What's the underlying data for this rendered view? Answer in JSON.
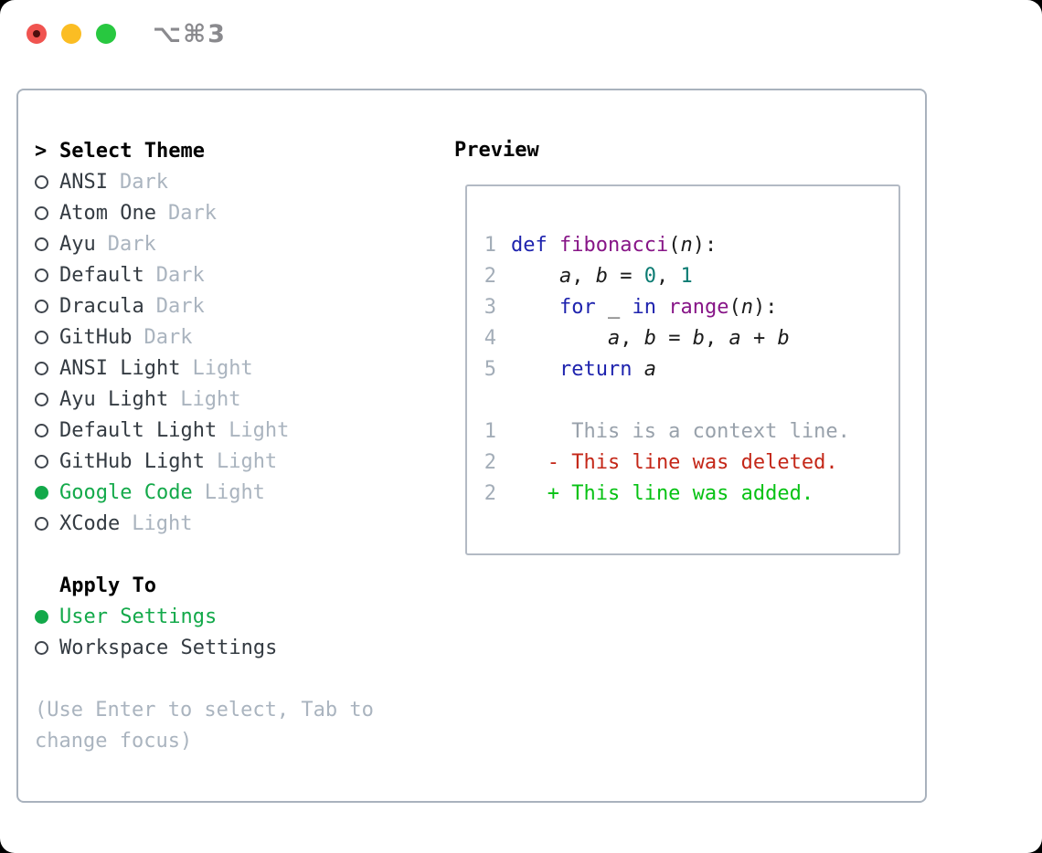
{
  "window": {
    "title": "⌥⌘3",
    "traffic_lights": [
      "close",
      "minimize",
      "zoom"
    ]
  },
  "selector": {
    "prompt": ">",
    "title": "Select Theme",
    "themes": [
      {
        "name": "ANSI",
        "variant": "Dark",
        "selected": false
      },
      {
        "name": "Atom One",
        "variant": "Dark",
        "selected": false
      },
      {
        "name": "Ayu",
        "variant": "Dark",
        "selected": false
      },
      {
        "name": "Default",
        "variant": "Dark",
        "selected": false
      },
      {
        "name": "Dracula",
        "variant": "Dark",
        "selected": false
      },
      {
        "name": "GitHub",
        "variant": "Dark",
        "selected": false
      },
      {
        "name": "ANSI Light",
        "variant": "Light",
        "selected": false
      },
      {
        "name": "Ayu Light",
        "variant": "Light",
        "selected": false
      },
      {
        "name": "Default Light",
        "variant": "Light",
        "selected": false
      },
      {
        "name": "GitHub Light",
        "variant": "Light",
        "selected": false
      },
      {
        "name": "Google Code",
        "variant": "Light",
        "selected": true
      },
      {
        "name": "XCode",
        "variant": "Light",
        "selected": false
      }
    ],
    "apply_to": {
      "title": "Apply To",
      "options": [
        {
          "name": "User Settings",
          "selected": true
        },
        {
          "name": "Workspace Settings",
          "selected": false
        }
      ]
    },
    "hint_lines": [
      "(Use Enter to select, Tab to",
      "change focus)"
    ]
  },
  "preview": {
    "title": "Preview",
    "code_lines": [
      {
        "num": "1",
        "tokens": [
          [
            "def",
            "kw"
          ],
          [
            " ",
            "pl"
          ],
          [
            "fibonacci",
            "fn"
          ],
          [
            "(",
            "pl"
          ],
          [
            "n",
            "var"
          ],
          [
            "):",
            "pl"
          ]
        ]
      },
      {
        "num": "2",
        "tokens": [
          [
            "    ",
            "pl"
          ],
          [
            "a",
            "var"
          ],
          [
            ", ",
            "pl"
          ],
          [
            "b",
            "var"
          ],
          [
            " = ",
            "pl"
          ],
          [
            "0",
            "lit"
          ],
          [
            ", ",
            "pl"
          ],
          [
            "1",
            "lit"
          ]
        ]
      },
      {
        "num": "3",
        "tokens": [
          [
            "    ",
            "pl"
          ],
          [
            "for",
            "kw"
          ],
          [
            " ",
            "pl"
          ],
          [
            "_",
            "var"
          ],
          [
            " ",
            "pl"
          ],
          [
            "in",
            "kw"
          ],
          [
            " ",
            "pl"
          ],
          [
            "range",
            "fn"
          ],
          [
            "(",
            "pl"
          ],
          [
            "n",
            "var"
          ],
          [
            "):",
            "pl"
          ]
        ]
      },
      {
        "num": "4",
        "tokens": [
          [
            "        ",
            "pl"
          ],
          [
            "a",
            "var"
          ],
          [
            ", ",
            "pl"
          ],
          [
            "b",
            "var"
          ],
          [
            " = ",
            "pl"
          ],
          [
            "b",
            "var"
          ],
          [
            ", ",
            "pl"
          ],
          [
            "a",
            "var"
          ],
          [
            " + ",
            "pl"
          ],
          [
            "b",
            "var"
          ]
        ]
      },
      {
        "num": "5",
        "tokens": [
          [
            "    ",
            "pl"
          ],
          [
            "return",
            "kw"
          ],
          [
            " ",
            "pl"
          ],
          [
            "a",
            "var"
          ]
        ]
      }
    ],
    "diff_lines": [
      {
        "num": "1",
        "text": "     This is a context line.",
        "kind": "context"
      },
      {
        "num": "2",
        "text": "   - This line was deleted.",
        "kind": "deleted"
      },
      {
        "num": "2",
        "text": "   + This line was added.",
        "kind": "added"
      }
    ]
  },
  "colors": {
    "accent_green": "#13a94a",
    "diff_added": "#07c214",
    "diff_deleted": "#c42718",
    "diff_context": "#98a1ab",
    "keyword": "#1e23ae",
    "function_name": "#871587",
    "literal": "#0b7b72",
    "dim_text": "#aab4bf",
    "line_number": "#a3adb8",
    "panel_border": "#a9b2bd"
  }
}
